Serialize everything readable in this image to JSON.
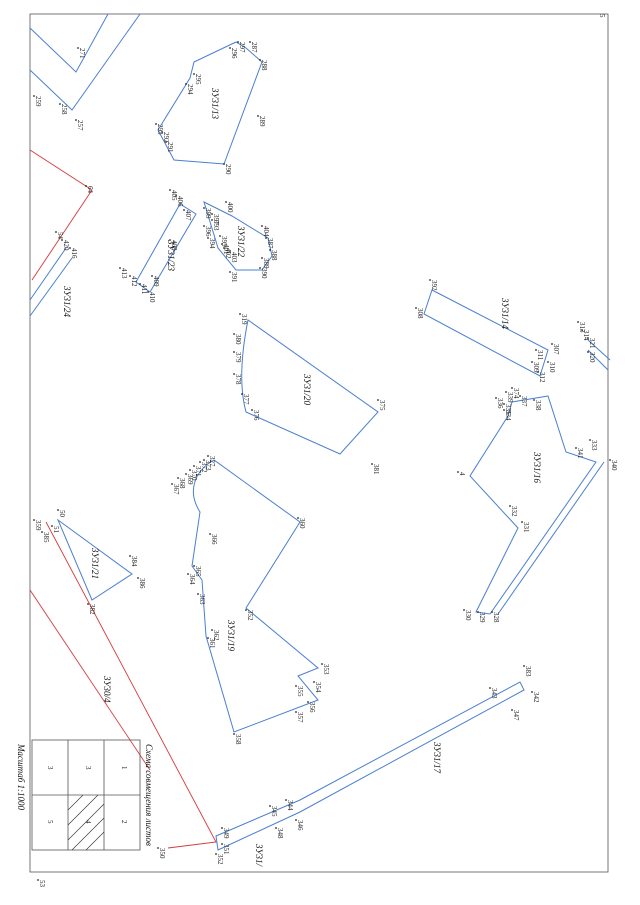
{
  "page": {
    "number": "5"
  },
  "plots": [
    {
      "id": "zu13",
      "label": "3У31/13"
    },
    {
      "id": "zu22",
      "label": "3У31/22"
    },
    {
      "id": "zu23",
      "label": "3У31/23"
    },
    {
      "id": "zu24",
      "label": "3У31/24"
    },
    {
      "id": "zu14",
      "label": "3У31/14"
    },
    {
      "id": "zu20",
      "label": "3У31/20"
    },
    {
      "id": "zu16",
      "label": "3У31/16"
    },
    {
      "id": "zu19",
      "label": "3У31/19"
    },
    {
      "id": "zu21",
      "label": "3У31/21"
    },
    {
      "id": "zu4",
      "label": "3У30/4"
    },
    {
      "id": "zu17",
      "label": "3У31/17"
    },
    {
      "id": "zu_cut",
      "label": "3У31/"
    }
  ],
  "points": [
    "271",
    "259",
    "258",
    "257",
    "297",
    "296",
    "287",
    "288",
    "295",
    "294",
    "289",
    "293",
    "292",
    "291",
    "290",
    "64",
    "54",
    "420",
    "416",
    "413",
    "412",
    "411",
    "410",
    "409",
    "408",
    "407",
    "406",
    "405",
    "400",
    "399",
    "397",
    "396",
    "394",
    "393",
    "395",
    "401",
    "402",
    "403",
    "404",
    "387",
    "388",
    "389",
    "390",
    "391",
    "392",
    "308",
    "307",
    "310",
    "311",
    "309",
    "312",
    "313",
    "314",
    "321",
    "320",
    "319",
    "380",
    "379",
    "378",
    "377",
    "376",
    "375",
    "381",
    "374",
    "337",
    "338",
    "339",
    "335",
    "336",
    "334",
    "333",
    "341",
    "340",
    "4",
    "332",
    "331",
    "330",
    "329",
    "328",
    "327",
    "373",
    "372",
    "371",
    "370",
    "369",
    "368",
    "367",
    "366",
    "365",
    "364",
    "363",
    "362",
    "361",
    "360",
    "352",
    "353",
    "354",
    "355",
    "356",
    "357",
    "358",
    "359",
    "50",
    "385",
    "51",
    "384",
    "386",
    "382",
    "383",
    "342",
    "343",
    "347",
    "344",
    "346",
    "345",
    "348",
    "349",
    "351",
    "352",
    "350",
    "53"
  ],
  "legend": {
    "title": "Схема совмещения листов",
    "cells": [
      "1",
      "2",
      "3",
      "3",
      "4",
      "5"
    ],
    "highlighted": "4"
  },
  "scale": "Масштаб 1:1000"
}
